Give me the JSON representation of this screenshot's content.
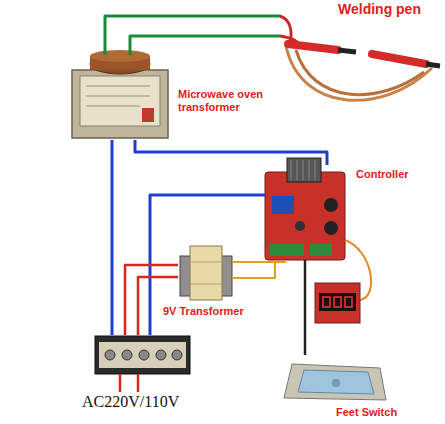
{
  "diagram": {
    "nodes": [
      {
        "text": [
          "Welding pen"
        ]
      },
      {
        "text": [
          "Microwave oven transformer"
        ]
      },
      {
        "text": [
          "Controller"
        ]
      },
      {
        "text": [
          "9V Transformer"
        ]
      },
      {
        "text": [
          "AC220V/110V"
        ]
      },
      {
        "text": [
          "Feet Switch"
        ]
      }
    ],
    "edges": [
      {
        "from": 1,
        "to": 0,
        "arrow": "none"
      },
      {
        "from": 1,
        "to": 4,
        "arrow": "none"
      },
      {
        "from": 1,
        "to": 2,
        "arrow": "none"
      },
      {
        "from": 2,
        "to": 4,
        "arrow": "none"
      },
      {
        "from": 4,
        "to": 3,
        "arrow": "none"
      },
      {
        "from": 3,
        "to": 2,
        "arrow": "none"
      },
      {
        "from": 5,
        "to": 2,
        "arrow": "none"
      }
    ]
  }
}
